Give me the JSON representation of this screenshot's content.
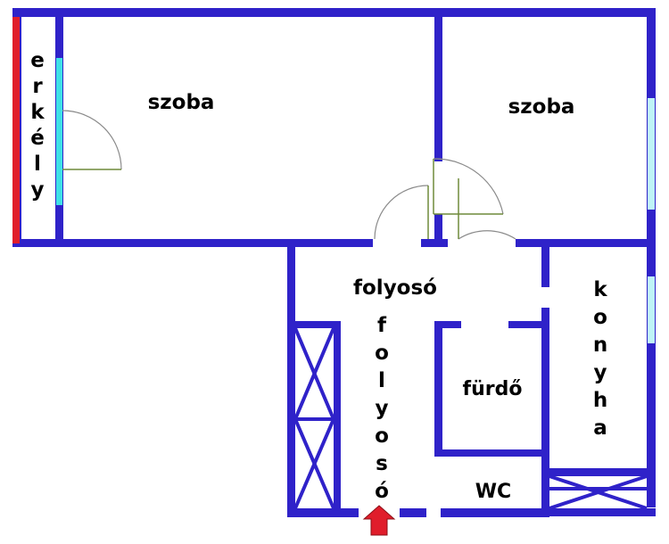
{
  "rooms": {
    "balcony": "erkély",
    "room_left": "szoba",
    "room_right": "szoba",
    "hallway": "folyosó",
    "corridor": "folyosó",
    "bathroom": "fürdő",
    "wc": "WC",
    "kitchen": "konyha"
  },
  "colors": {
    "wall": "#2f22c9",
    "window": "#3fe0e6",
    "balcony_edge": "#e01d2b",
    "entrance_arrow": "#e01d2b"
  },
  "icons": {
    "entrance": "entrance-arrow-icon"
  }
}
